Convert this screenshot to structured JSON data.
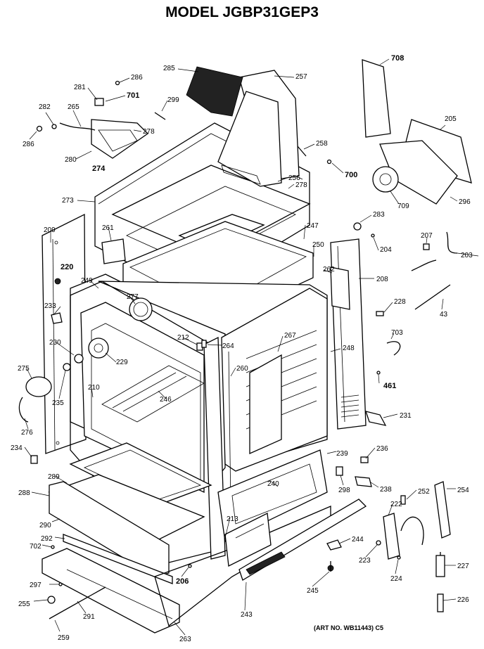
{
  "title": "MODEL JGBP31GEP3",
  "art_note": "(ART NO. WB11443) C5",
  "labels": [
    {
      "id": "708",
      "text": "708",
      "bold": true
    },
    {
      "id": "286a",
      "text": "286"
    },
    {
      "id": "285",
      "text": "285"
    },
    {
      "id": "257",
      "text": "257"
    },
    {
      "id": "281",
      "text": "281"
    },
    {
      "id": "701",
      "text": "701",
      "bold": true
    },
    {
      "id": "299",
      "text": "299"
    },
    {
      "id": "282",
      "text": "282"
    },
    {
      "id": "265",
      "text": "265"
    },
    {
      "id": "205",
      "text": "205"
    },
    {
      "id": "278a",
      "text": "278"
    },
    {
      "id": "286b",
      "text": "286"
    },
    {
      "id": "258",
      "text": "258"
    },
    {
      "id": "280",
      "text": "280"
    },
    {
      "id": "274",
      "text": "274",
      "bold": true
    },
    {
      "id": "700",
      "text": "700",
      "bold": true
    },
    {
      "id": "256",
      "text": "256"
    },
    {
      "id": "278b",
      "text": "278"
    },
    {
      "id": "709",
      "text": "709"
    },
    {
      "id": "296",
      "text": "296"
    },
    {
      "id": "273",
      "text": "273"
    },
    {
      "id": "283",
      "text": "283"
    },
    {
      "id": "247",
      "text": "247"
    },
    {
      "id": "209",
      "text": "209"
    },
    {
      "id": "261",
      "text": "261"
    },
    {
      "id": "207",
      "text": "207"
    },
    {
      "id": "204",
      "text": "204"
    },
    {
      "id": "250",
      "text": "250"
    },
    {
      "id": "203",
      "text": "203"
    },
    {
      "id": "220",
      "text": "220",
      "bold": true
    },
    {
      "id": "262",
      "text": "262"
    },
    {
      "id": "249",
      "text": "249"
    },
    {
      "id": "208",
      "text": "208"
    },
    {
      "id": "277",
      "text": "277"
    },
    {
      "id": "228",
      "text": "228"
    },
    {
      "id": "233",
      "text": "233"
    },
    {
      "id": "43",
      "text": "43"
    },
    {
      "id": "212",
      "text": "212"
    },
    {
      "id": "703",
      "text": "703"
    },
    {
      "id": "267",
      "text": "267"
    },
    {
      "id": "230",
      "text": "230"
    },
    {
      "id": "264",
      "text": "264"
    },
    {
      "id": "248",
      "text": "248"
    },
    {
      "id": "229",
      "text": "229"
    },
    {
      "id": "275",
      "text": "275"
    },
    {
      "id": "260",
      "text": "260"
    },
    {
      "id": "461",
      "text": "461",
      "bold": true
    },
    {
      "id": "210",
      "text": "210"
    },
    {
      "id": "246",
      "text": "246"
    },
    {
      "id": "235",
      "text": "235"
    },
    {
      "id": "231",
      "text": "231"
    },
    {
      "id": "276",
      "text": "276"
    },
    {
      "id": "234",
      "text": "234"
    },
    {
      "id": "239",
      "text": "239"
    },
    {
      "id": "236",
      "text": "236"
    },
    {
      "id": "289",
      "text": "289"
    },
    {
      "id": "298",
      "text": "298"
    },
    {
      "id": "238",
      "text": "238"
    },
    {
      "id": "240",
      "text": "240"
    },
    {
      "id": "252",
      "text": "252"
    },
    {
      "id": "254",
      "text": "254"
    },
    {
      "id": "288",
      "text": "288"
    },
    {
      "id": "222",
      "text": "222"
    },
    {
      "id": "290",
      "text": "290"
    },
    {
      "id": "213",
      "text": "213"
    },
    {
      "id": "292",
      "text": "292"
    },
    {
      "id": "244",
      "text": "244"
    },
    {
      "id": "702",
      "text": "702"
    },
    {
      "id": "223",
      "text": "223"
    },
    {
      "id": "206",
      "text": "206",
      "bold": true
    },
    {
      "id": "227",
      "text": "227"
    },
    {
      "id": "224",
      "text": "224"
    },
    {
      "id": "297",
      "text": "297"
    },
    {
      "id": "245",
      "text": "245"
    },
    {
      "id": "255",
      "text": "255"
    },
    {
      "id": "226",
      "text": "226"
    },
    {
      "id": "291",
      "text": "291"
    },
    {
      "id": "243",
      "text": "243"
    },
    {
      "id": "259",
      "text": "259"
    },
    {
      "id": "263",
      "text": "263"
    }
  ]
}
